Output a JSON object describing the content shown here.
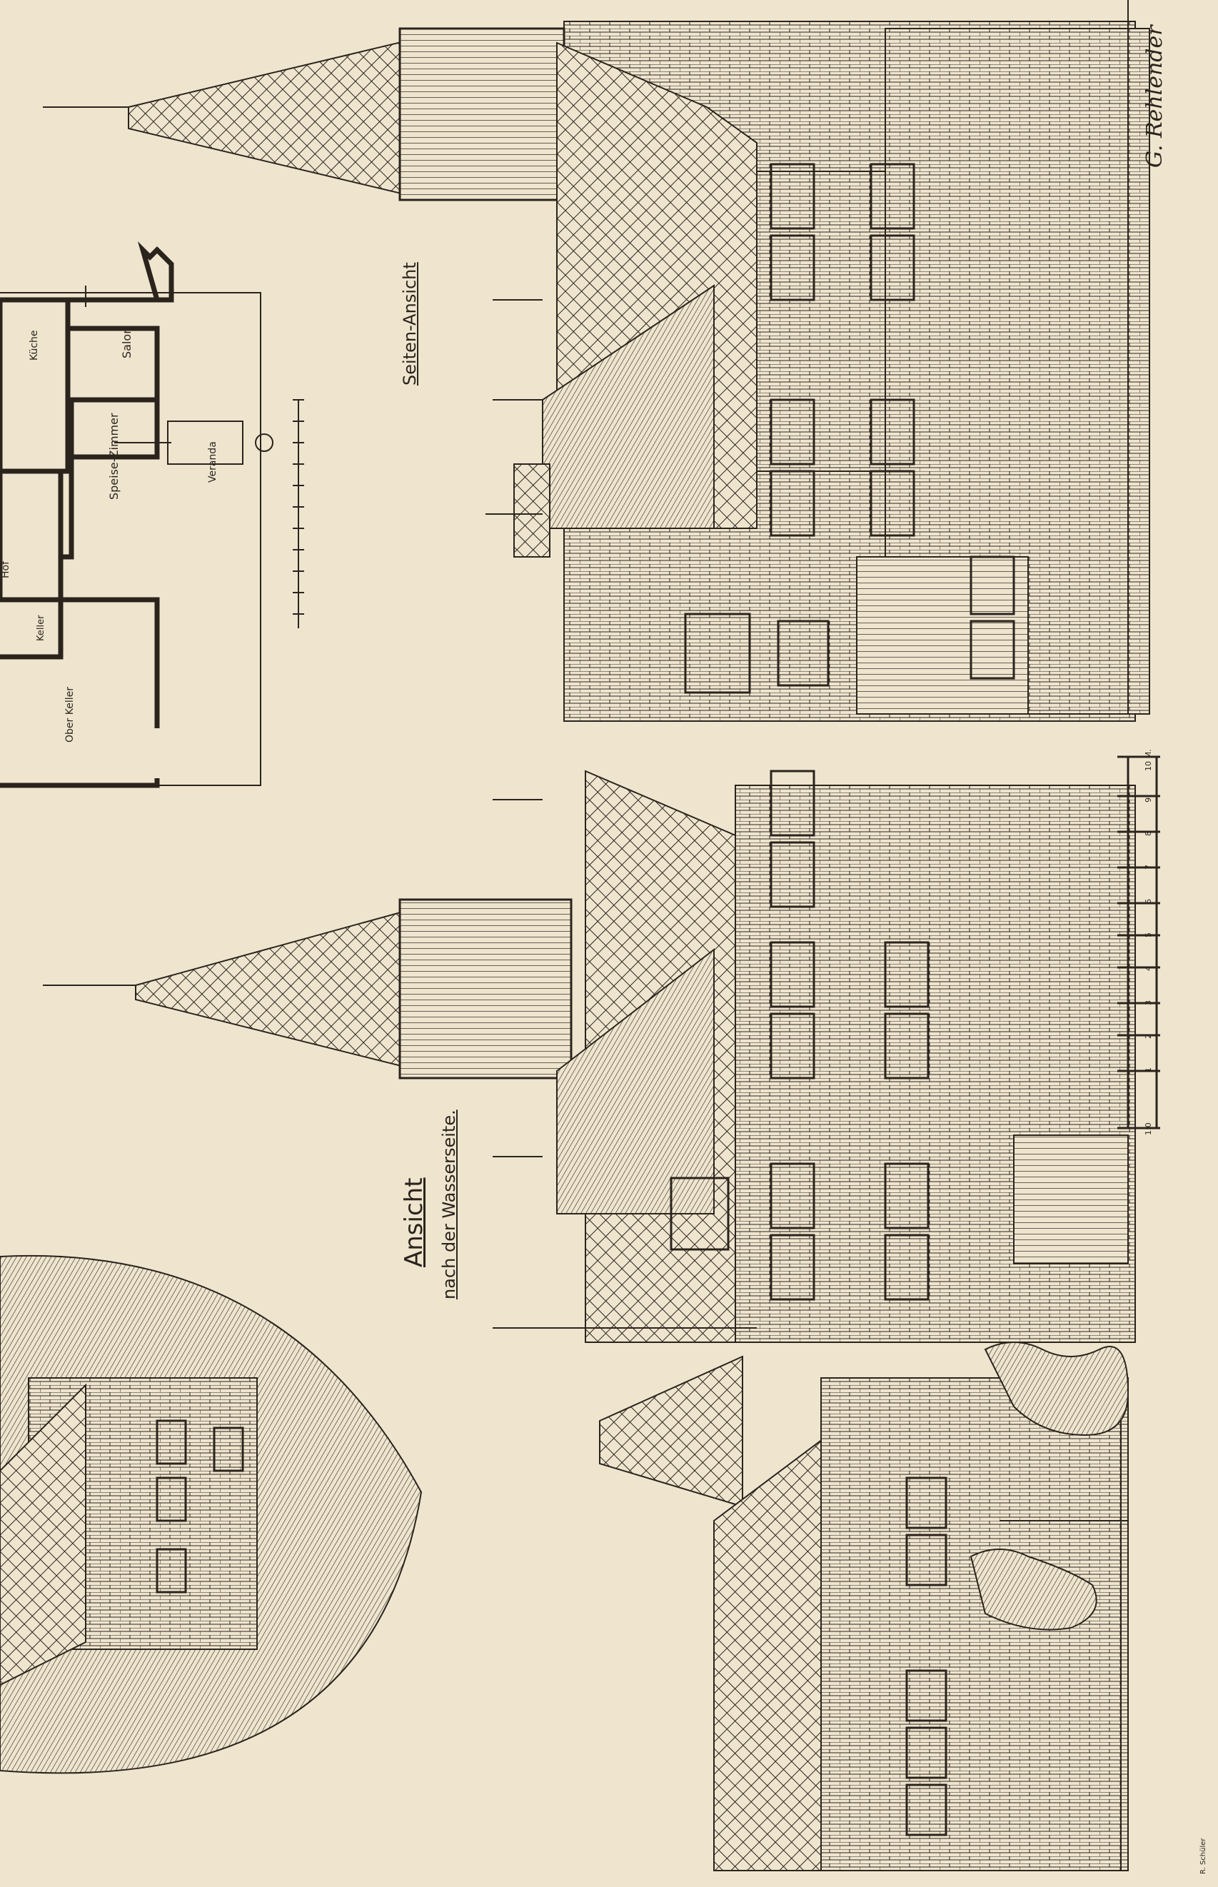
{
  "plan": {
    "rooms": [
      "Küche",
      "Salon",
      "Speise-Zimmer",
      "Veranda",
      "Keller",
      "Ober Keller"
    ],
    "fragment": "Hof"
  },
  "views": {
    "side": "Seiten-Ansicht",
    "water_line1": "Ansicht",
    "water_line2": "nach der Wasserseite."
  },
  "scale": {
    "ticks": [
      "1:0",
      "1",
      "2",
      "3",
      "4",
      "5",
      "6",
      "7",
      "8",
      "9",
      "10 M."
    ]
  },
  "signature": "G. Rehlender",
  "engraver": "R. Schüler",
  "colors": {
    "paper": "#efe5cf",
    "ink": "#2b241c"
  }
}
